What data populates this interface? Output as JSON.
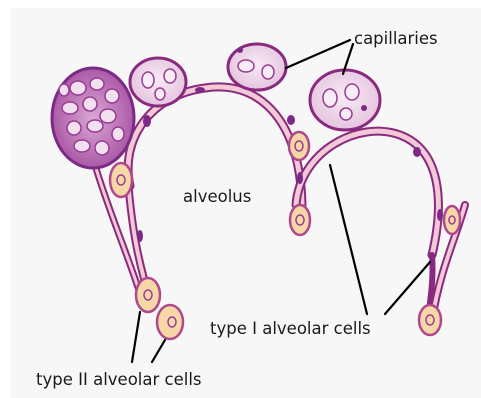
{
  "labels": {
    "capillaries": "capillaries",
    "alveolus": "alveolus",
    "type_1": "type I alveolar cells",
    "type_2": "type II alveolar cells"
  },
  "colors": {
    "page_background": "#ffffff",
    "panel_background": "#f7f7f7",
    "wall_membrane": "#f2c9d6",
    "wall_outline": "#8a2a7e",
    "capillary_fill": "#f1dcec",
    "red_cell_outline": "#9a3a95",
    "nucleus_purple": "#7b2a86",
    "type2_cell_fill": "#f6d8a6",
    "type2_cell_outline": "#b0488f",
    "leader_lines": "#000000"
  },
  "icons": {
    "capillary": "capillary-cross-section",
    "red_cell": "red-blood-cell",
    "type2_cell": "type-ii-alveolar-cell"
  }
}
